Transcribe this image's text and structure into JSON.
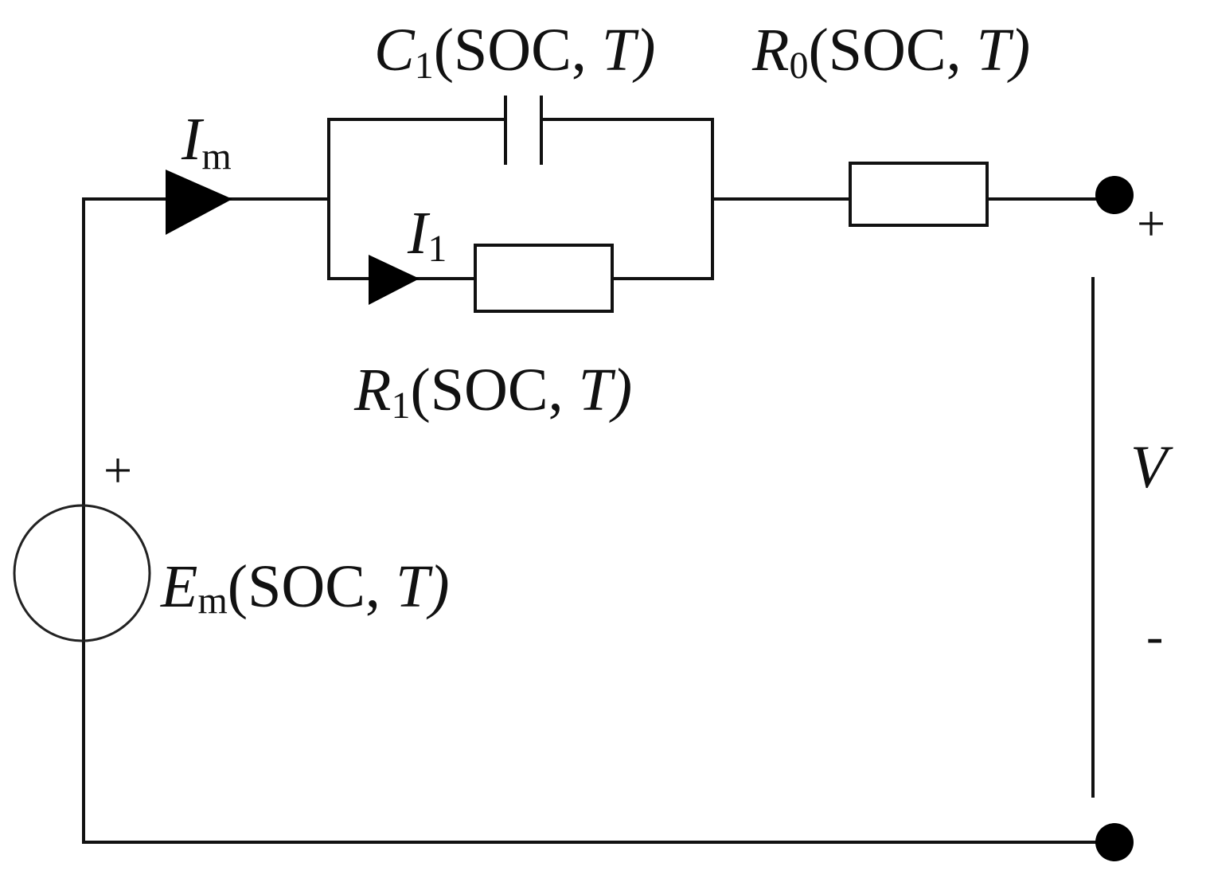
{
  "labels": {
    "C1": {
      "sym": "C",
      "sub": "1",
      "args": "(SOC, ",
      "T": "T",
      "close": ")"
    },
    "R0": {
      "sym": "R",
      "sub": "0",
      "args": "(SOC, ",
      "T": "T",
      "close": ")"
    },
    "R1": {
      "sym": "R",
      "sub": "1",
      "args": "(SOC, ",
      "T": "T",
      "close": ")"
    },
    "Em": {
      "sym": "E",
      "sub": "m",
      "args": "(SOC, ",
      "T": "T",
      "close": ")"
    },
    "Im": {
      "sym": "I",
      "sub": "m"
    },
    "I1": {
      "sym": "I",
      "sub": "1"
    },
    "V": "V"
  },
  "signs": {
    "source_plus": "+",
    "terminal_plus": "+",
    "terminal_minus": "-"
  }
}
